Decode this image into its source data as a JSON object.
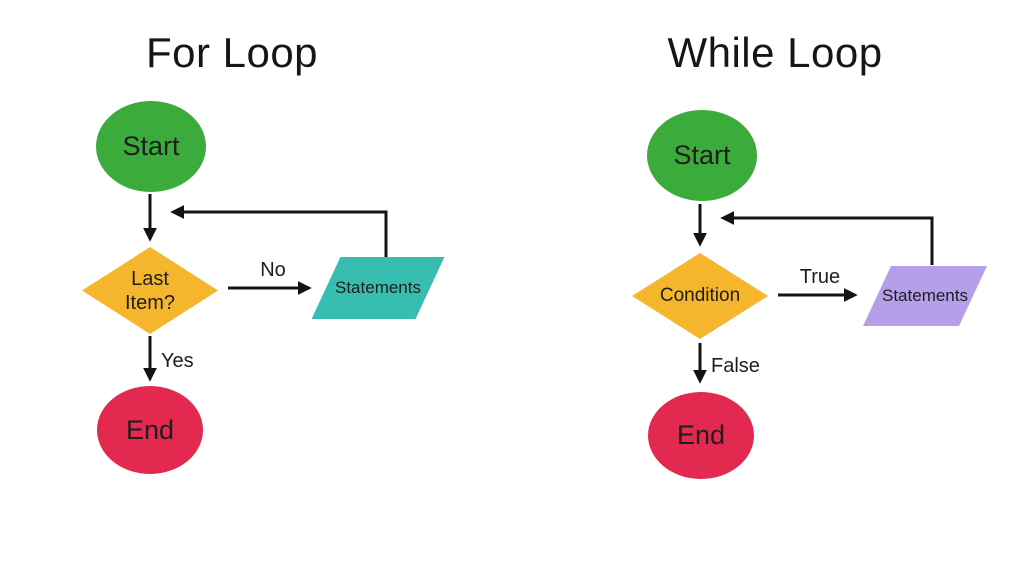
{
  "colors": {
    "background": "#ffffff",
    "start_fill": "#3BAB3B",
    "decision_fill": "#F5B52D",
    "statements_for_fill": "#38BEB0",
    "statements_while_fill": "#B59EEA",
    "end_fill": "#E32950",
    "arrow_stroke": "#141414",
    "label_text": "#1e1e1e"
  },
  "for_loop": {
    "title": "For Loop",
    "start_label": "Start",
    "decision_label": "Last Item?",
    "loop_branch_label": "No",
    "statements_label": "Statements",
    "exit_branch_label": "Yes",
    "end_label": "End"
  },
  "while_loop": {
    "title": "While Loop",
    "start_label": "Start",
    "decision_label": "Condition",
    "loop_branch_label": "True",
    "statements_label": "Statements",
    "exit_branch_label": "False",
    "end_label": "End"
  }
}
